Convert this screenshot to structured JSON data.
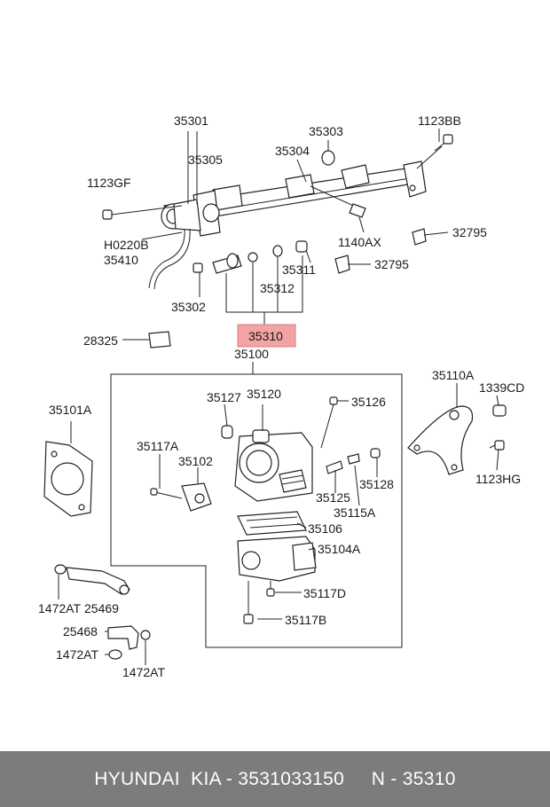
{
  "labels": {
    "p35301": "35301",
    "p35303": "35303",
    "p1123BB": "1123BB",
    "p35305": "35305",
    "p35304": "35304",
    "p1123GF": "1123GF",
    "pH0220B": "H0220B",
    "p35410": "35410",
    "p1140AX": "1140AX",
    "p32795a": "32795",
    "p32795b": "32795",
    "p35311": "35311",
    "p35312": "35312",
    "p35302": "35302",
    "p35310": "35310",
    "p28325": "28325",
    "p35100": "35100",
    "p35110A": "35110A",
    "p1339CD": "1339CD",
    "p35101A": "35101A",
    "p35127": "35127",
    "p35120": "35120",
    "p35126": "35126",
    "p35117A": "35117A",
    "p35102": "35102",
    "p35128": "35128",
    "p35125": "35125",
    "p35115A": "35115A",
    "p1123HG": "1123HG",
    "p35106": "35106",
    "p35104A": "35104A",
    "p35117D": "35117D",
    "p35117B": "35117B",
    "p1472ATa": "1472AT",
    "p25469": "25469",
    "p25468": "25468",
    "p1472ATb": "1472AT",
    "p1472ATc": "1472AT"
  },
  "footer": {
    "text": "HYUNDAI  KIA - 3531033150     N - 35310"
  },
  "colors": {
    "highlight": "#f2a3a3",
    "footer_bg": "#7c7c7c"
  }
}
